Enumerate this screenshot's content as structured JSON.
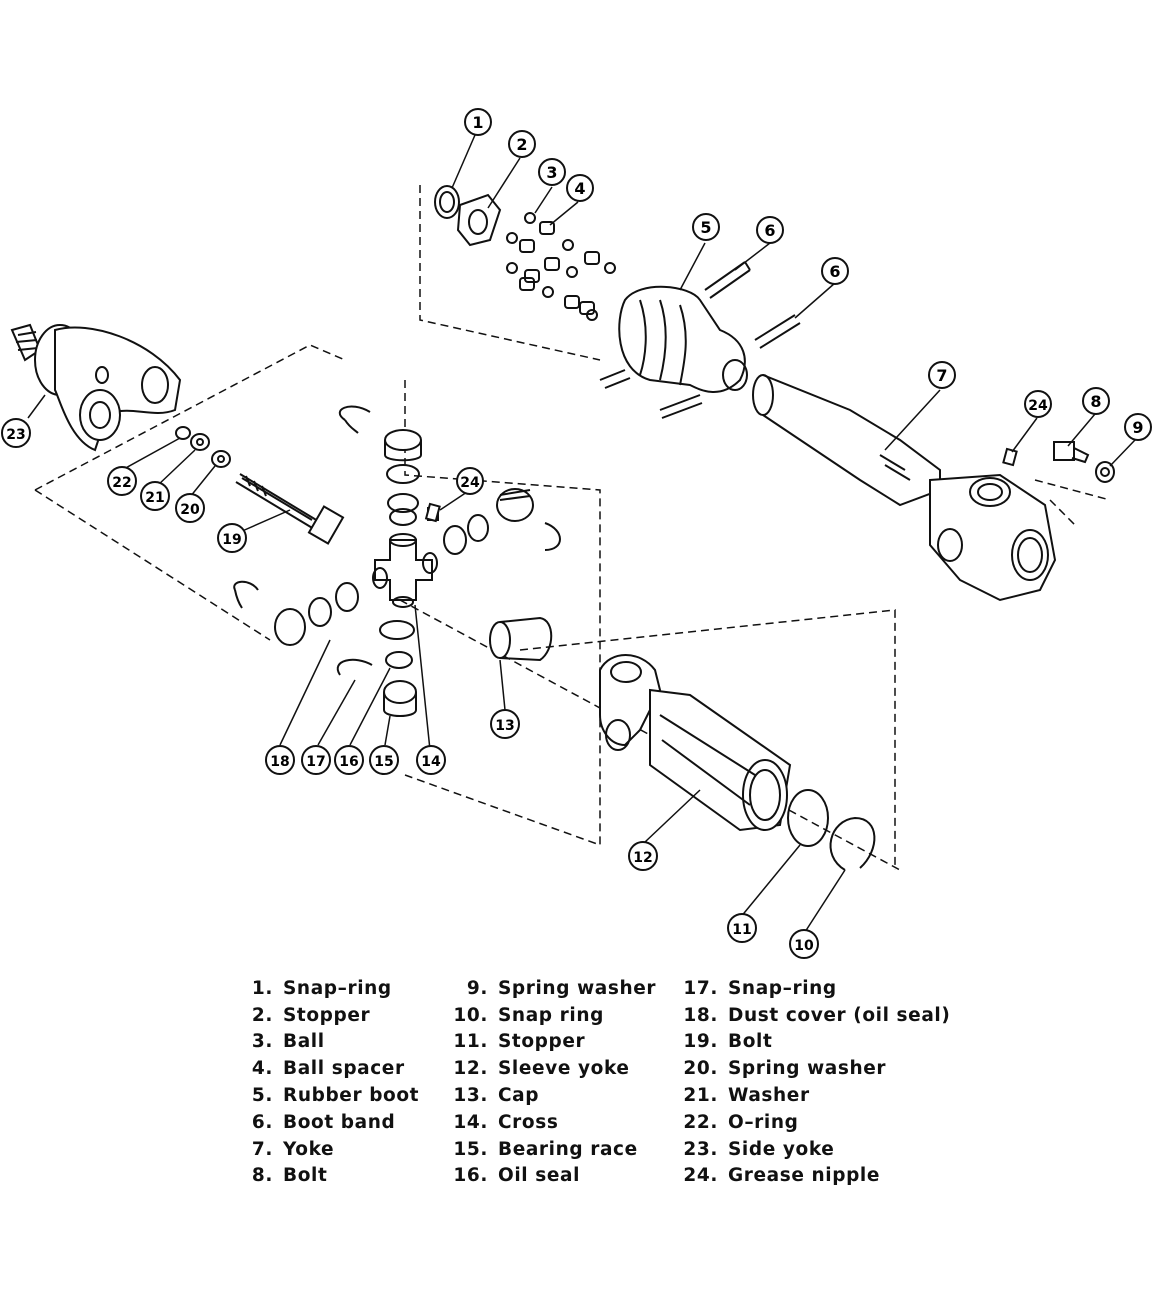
{
  "callouts": [
    "1",
    "2",
    "3",
    "4",
    "5",
    "6",
    "6",
    "7",
    "8",
    "9",
    "10",
    "11",
    "12",
    "13",
    "14",
    "15",
    "16",
    "17",
    "18",
    "19",
    "20",
    "21",
    "22",
    "23",
    "24",
    "24"
  ],
  "legend": [
    [
      {
        "num": "1.",
        "name": "Snap–ring"
      },
      {
        "num": "2.",
        "name": "Stopper"
      },
      {
        "num": "3.",
        "name": "Ball"
      },
      {
        "num": "4.",
        "name": "Ball spacer"
      },
      {
        "num": "5.",
        "name": "Rubber boot"
      },
      {
        "num": "6.",
        "name": "Boot band"
      },
      {
        "num": "7.",
        "name": "Yoke"
      },
      {
        "num": "8.",
        "name": "Bolt"
      }
    ],
    [
      {
        "num": "9.",
        "name": "Spring washer"
      },
      {
        "num": "10.",
        "name": "Snap ring"
      },
      {
        "num": "11.",
        "name": "Stopper"
      },
      {
        "num": "12.",
        "name": "Sleeve yoke"
      },
      {
        "num": "13.",
        "name": "Cap"
      },
      {
        "num": "14.",
        "name": "Cross"
      },
      {
        "num": "15.",
        "name": "Bearing race"
      },
      {
        "num": "16.",
        "name": "Oil seal"
      }
    ],
    [
      {
        "num": "17.",
        "name": "Snap–ring"
      },
      {
        "num": "18.",
        "name": "Dust cover (oil seal)"
      },
      {
        "num": "19.",
        "name": "Bolt"
      },
      {
        "num": "20.",
        "name": "Spring washer"
      },
      {
        "num": "21.",
        "name": "Washer"
      },
      {
        "num": "22.",
        "name": "O–ring"
      },
      {
        "num": "23.",
        "name": "Side yoke"
      },
      {
        "num": "24.",
        "name": "Grease nipple"
      }
    ]
  ]
}
